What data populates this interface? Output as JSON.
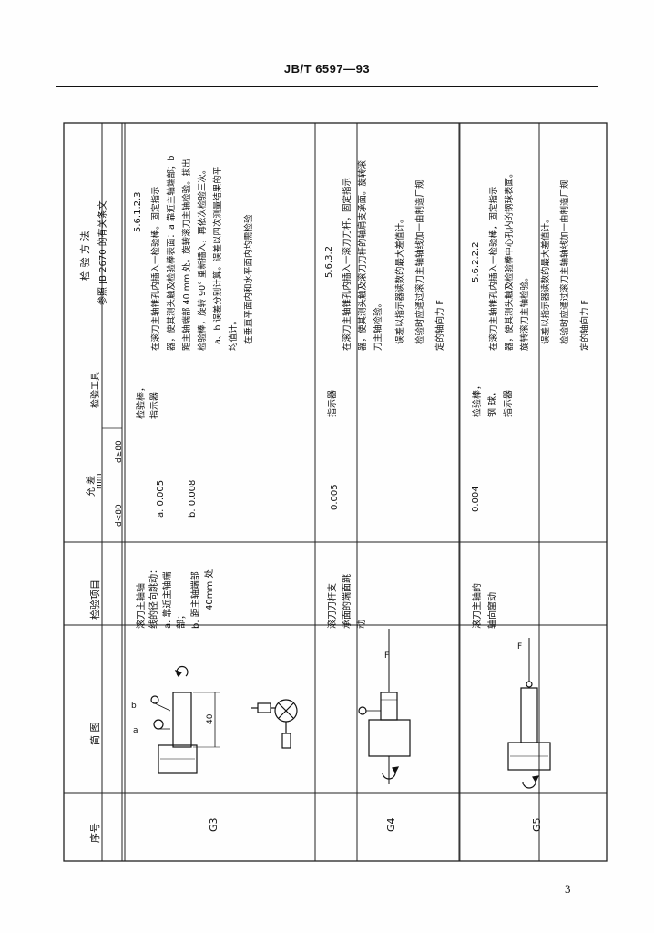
{
  "header": {
    "doc_id": "JB/T 6597—93"
  },
  "page_number": "3",
  "table": {
    "headers": {
      "seq": "序号",
      "diagram": "简      图",
      "item": "检验项目",
      "tolerance_title": "允      差",
      "tolerance_unit": "mm",
      "tol_small": "d<80",
      "tol_large": "d≥80",
      "tool": "检验工具",
      "method_title": "检  验  方  法",
      "method_sub": "参照 JB 2670 的有关条文"
    },
    "rows": [
      {
        "seq": "G3",
        "item_lines": [
          "滚刀主轴轴",
          "线的径向跳动：",
          "a. 靠近主轴端",
          "部；",
          "b. 距主轴端部",
          "40mm 处"
        ],
        "tol_a": "a. 0.005",
        "tol_b": "b. 0.008",
        "tool_lines": [
          "检验棒，",
          "指示器"
        ],
        "diagram_labels": {
          "a": "a",
          "b": "b",
          "dim": "40"
        },
        "method_clause": "5.6.1.2.3",
        "method_lines": [
          "在滚刀主轴锥孔内插入一检验棒。固定指示",
          "器，使其测头触及检验棒表面：a 靠近主轴端部；b",
          "距主轴端部 40 mm 处。旋转滚刀主轴检验。拔出",
          "检验棒，旋转 90° 重新插入，再依次检验三次。",
          "a、b 误差分别计算。误差以四次测量结果的平",
          "均值计。",
          "在垂直平面内和水平面内均需检验"
        ]
      },
      {
        "seq": "G4",
        "item_lines": [
          "滚刀刀杆支",
          "承面的端面跳",
          "动"
        ],
        "tol": "0.005",
        "tool_lines": [
          "指示器"
        ],
        "diagram_labels": {
          "f": "F"
        },
        "method_clause": "5.6.3.2",
        "method_lines": [
          "在滚刀主轴锥孔内插入一滚刀刀杆，固定指示",
          "器，使其测头触及滚刀刀杆的轴肩支承面。旋转滚",
          "刀主轴检验。",
          "误差以指示器读数的最大差值计。",
          "检验时应通过滚刀主轴轴线加一由制造厂规",
          "定的轴向力 F"
        ]
      },
      {
        "seq": "G5",
        "item_lines": [
          "滚刀主轴的",
          "轴向窜动"
        ],
        "tol": "0.004",
        "tool_lines": [
          "检验棒，",
          "钢  球，",
          "指示器"
        ],
        "diagram_labels": {
          "f": "F"
        },
        "method_clause": "5.6.2.2.2",
        "method_lines": [
          "在滚刀主轴锥孔内插入一检验棒，固定指示",
          "器，使其测头触及检验棒中心孔内的钢球表面。",
          "旋转滚刀主轴检验。",
          "误差以指示器读数的最大差值计。",
          "检验时应通过滚刀主轴轴线加一由制造厂规",
          "定的轴向力 F"
        ]
      }
    ]
  }
}
